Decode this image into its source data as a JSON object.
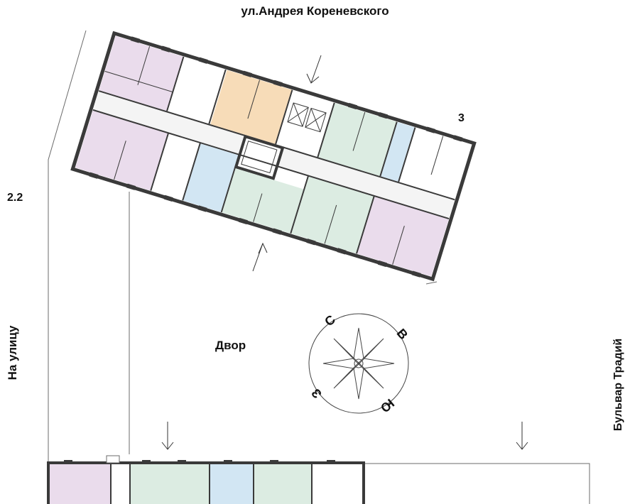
{
  "labels": {
    "street_top": "ул.Андрея Кореневского",
    "building_3": "3",
    "building_2_2": "2.2",
    "yard": "Двор",
    "street_left": "На улицу",
    "street_right": "Бульвар Традий"
  },
  "compass": {
    "north": "С",
    "east": "В",
    "south": "Ю",
    "west": "З"
  },
  "colors": {
    "one_room": "#f7dcb8",
    "two_room": "#dcece2",
    "three_room": "#eadcec",
    "studio": "#d2e6f3",
    "wall": "#3a3a3a",
    "outline": "#6b6b6b"
  }
}
